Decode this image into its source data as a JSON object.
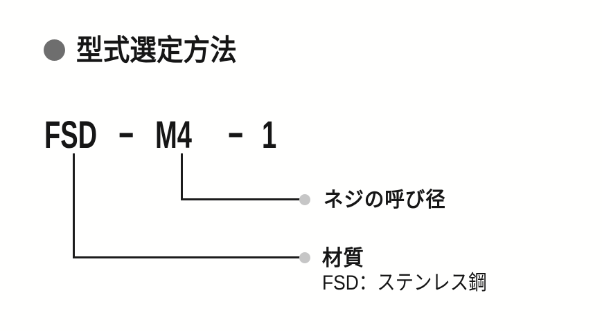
{
  "heading": {
    "label": "型式選定方法"
  },
  "model_code": {
    "segments": {
      "material": "FSD",
      "thread": "M4",
      "variant": "1"
    },
    "separator": "−"
  },
  "callouts": [
    {
      "code_part": "M4",
      "label": "ネジの呼び径"
    },
    {
      "code_part": "FSD",
      "label": "材質",
      "note": "FSD：ステンレス鋼"
    }
  ],
  "colors": {
    "background": "#fffffe",
    "text": "#161616",
    "line": "#1c1c1c",
    "heading_bullet": "#6e6e6e",
    "callout_dot": "#c6c6c6"
  }
}
